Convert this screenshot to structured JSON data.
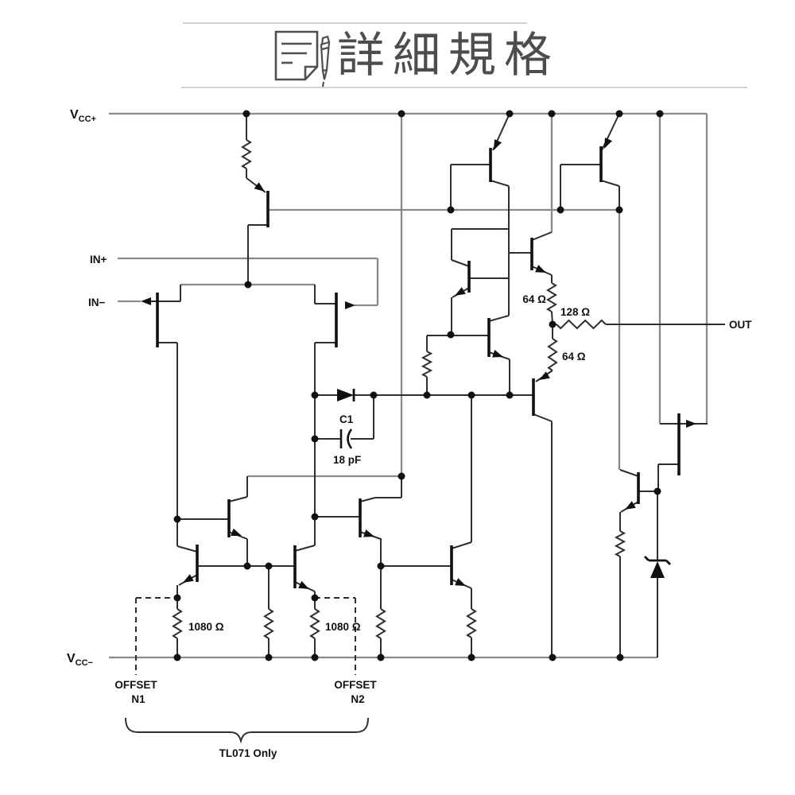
{
  "title": {
    "text": "詳細規格"
  },
  "icons": {
    "document": "document-icon",
    "pen": "pen-icon"
  },
  "colors": {
    "background": "#ffffff",
    "title_text": "#4d4d4d",
    "wire_gray": "#8a8a8a",
    "wire_dark": "#2e2e2e",
    "component_black": "#111111",
    "faint_rule": "#d2d2d2"
  },
  "schematic": {
    "pins": {
      "vcc_plus_main": "V",
      "vcc_plus_sub": "CC+",
      "vcc_minus_main": "V",
      "vcc_minus_sub": "CC−",
      "in_plus": "IN+",
      "in_minus": "IN−",
      "out": "OUT"
    },
    "labels": {
      "r64_upper": "64 Ω",
      "r64_lower": "64 Ω",
      "r128": "128 Ω",
      "r1080_left": "1080 Ω",
      "r1080_right": "1080 Ω",
      "cap_name": "C1",
      "cap_value": "18 pF",
      "offset1_line1": "OFFSET",
      "offset1_line2": "N1",
      "offset2_line1": "OFFSET",
      "offset2_line2": "N2",
      "brace_note": "TL071 Only"
    }
  }
}
